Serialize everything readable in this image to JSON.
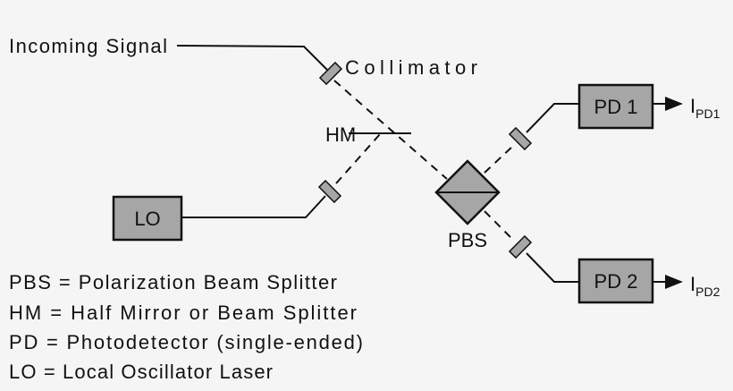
{
  "labels": {
    "incoming_signal": "Incoming Signal",
    "collimator": "Collimator",
    "hm": "HM",
    "pbs": "PBS",
    "lo": "LO",
    "pd1": "PD 1",
    "pd2": "PD 2",
    "ipd1_main": "I",
    "ipd1_sub": "PD1",
    "ipd2_main": "I",
    "ipd2_sub": "PD2"
  },
  "legend": [
    "PBS = Polarization Beam Splitter",
    "HM = Half Mirror or Beam Splitter",
    "PD = Photodetector (single-ended)",
    "LO = Local Oscillator Laser"
  ],
  "colors": {
    "background": "#f5f5f5",
    "component_fill": "#a6a6a6",
    "stroke": "#111111"
  }
}
